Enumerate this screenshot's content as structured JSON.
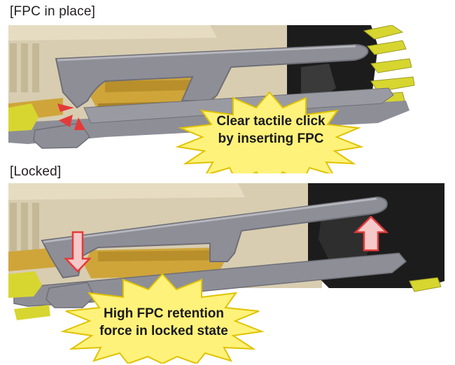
{
  "sections": [
    {
      "label": "[FPC in place]",
      "callout": {
        "lines": [
          "Clear tactile click",
          "by inserting FPC"
        ]
      }
    },
    {
      "label": "[Locked]",
      "callout": {
        "lines": [
          "High FPC retention",
          "force in locked state"
        ]
      }
    }
  ],
  "colors": {
    "housing_beige": "#d8cdb0",
    "housing_shadow": "#b9ad8f",
    "lever_gray": "#8e8e97",
    "lever_dark": "#6f6f78",
    "contact_gold": "#cfa53a",
    "contact_yellow": "#d7d630",
    "burst_fill": "#fff27a",
    "burst_stroke": "#e0c200",
    "arrow_red": "#e43a3a",
    "arrow_pink": "#f6c9c9",
    "actuator_black": "#1c1c1c"
  },
  "icons": [
    "click-indicator-marks",
    "down-arrow-icon",
    "up-arrow-icon"
  ]
}
